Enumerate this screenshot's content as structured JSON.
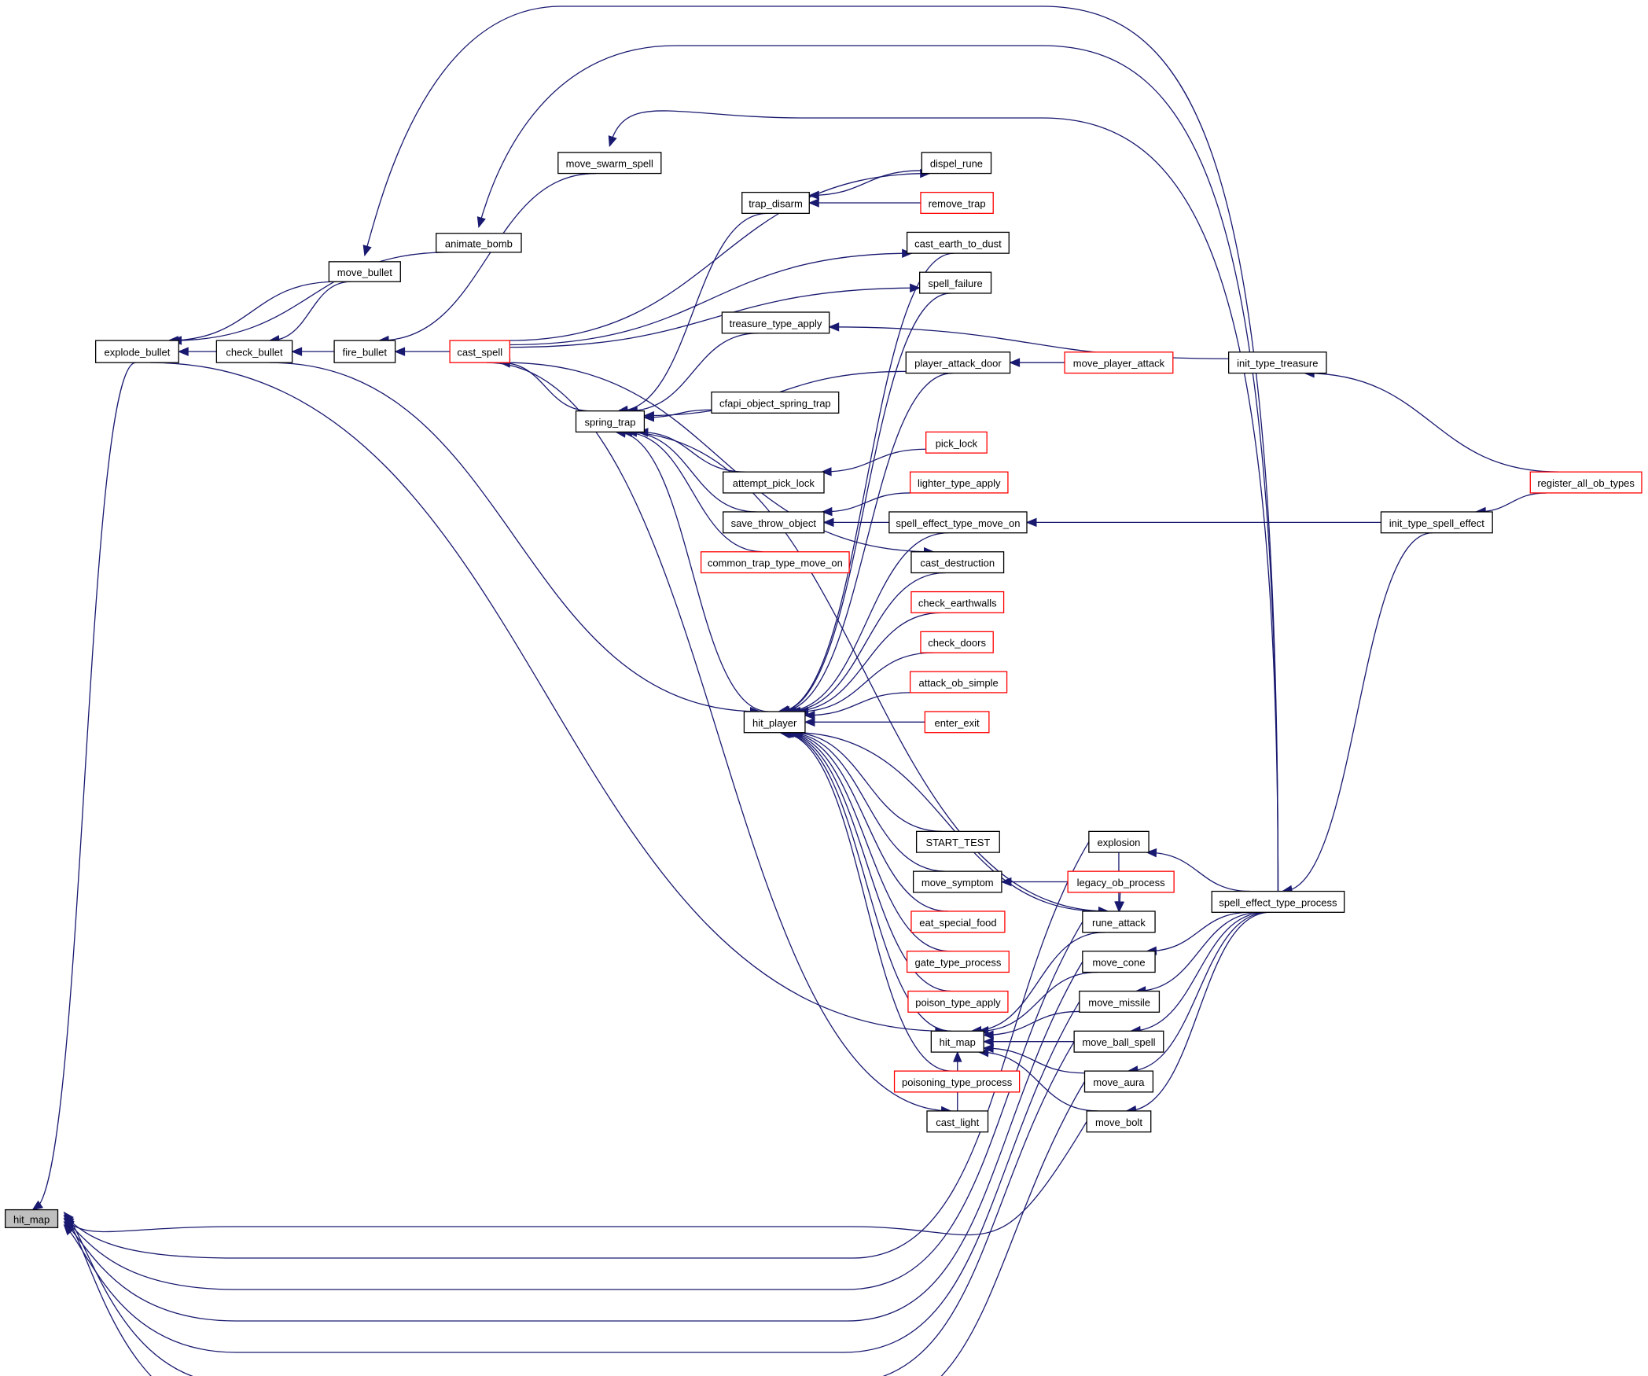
{
  "graph": {
    "type": "caller-graph",
    "root": "hit_map",
    "colors": {
      "edge": "#191970",
      "default_border": "#000000",
      "undocumented_border": "#ff0000",
      "root_fill": "#bfbfbf"
    },
    "nodes": [
      {
        "id": "root_hit_map",
        "label": "hit_map",
        "style": "root"
      },
      {
        "id": "explode_bullet",
        "label": "explode_bullet",
        "style": "normal"
      },
      {
        "id": "check_bullet",
        "label": "check_bullet",
        "style": "normal"
      },
      {
        "id": "fire_bullet",
        "label": "fire_bullet",
        "style": "normal"
      },
      {
        "id": "cast_spell",
        "label": "cast_spell",
        "style": "linked"
      },
      {
        "id": "move_bullet",
        "label": "move_bullet",
        "style": "normal"
      },
      {
        "id": "animate_bomb",
        "label": "animate_bomb",
        "style": "normal"
      },
      {
        "id": "move_swarm_spell",
        "label": "move_swarm_spell",
        "style": "normal"
      },
      {
        "id": "dispel_rune",
        "label": "dispel_rune",
        "style": "normal"
      },
      {
        "id": "trap_disarm",
        "label": "trap_disarm",
        "style": "normal"
      },
      {
        "id": "remove_trap",
        "label": "remove_trap",
        "style": "linked"
      },
      {
        "id": "cast_earth_to_dust",
        "label": "cast_earth_to_dust",
        "style": "normal"
      },
      {
        "id": "spell_failure",
        "label": "spell_failure",
        "style": "normal"
      },
      {
        "id": "treasure_type_apply",
        "label": "treasure_type_apply",
        "style": "normal"
      },
      {
        "id": "player_attack_door",
        "label": "player_attack_door",
        "style": "normal"
      },
      {
        "id": "move_player_attack",
        "label": "move_player_attack",
        "style": "linked"
      },
      {
        "id": "init_type_treasure",
        "label": "init_type_treasure",
        "style": "normal"
      },
      {
        "id": "cfapi_object_spring_trap",
        "label": "cfapi_object_spring_trap",
        "style": "normal"
      },
      {
        "id": "spring_trap",
        "label": "spring_trap",
        "style": "normal"
      },
      {
        "id": "pick_lock",
        "label": "pick_lock",
        "style": "linked"
      },
      {
        "id": "attempt_pick_lock",
        "label": "attempt_pick_lock",
        "style": "normal"
      },
      {
        "id": "lighter_type_apply",
        "label": "lighter_type_apply",
        "style": "linked"
      },
      {
        "id": "save_throw_object",
        "label": "save_throw_object",
        "style": "normal"
      },
      {
        "id": "spell_effect_type_move_on",
        "label": "spell_effect_type_move_on",
        "style": "normal"
      },
      {
        "id": "init_type_spell_effect",
        "label": "init_type_spell_effect",
        "style": "normal"
      },
      {
        "id": "register_all_ob_types",
        "label": "register_all_ob_types",
        "style": "linked"
      },
      {
        "id": "common_trap_type_move_on",
        "label": "common_trap_type_move_on",
        "style": "linked"
      },
      {
        "id": "cast_destruction",
        "label": "cast_destruction",
        "style": "normal"
      },
      {
        "id": "check_earthwalls",
        "label": "check_earthwalls",
        "style": "linked"
      },
      {
        "id": "check_doors",
        "label": "check_doors",
        "style": "linked"
      },
      {
        "id": "attack_ob_simple",
        "label": "attack_ob_simple",
        "style": "linked"
      },
      {
        "id": "enter_exit",
        "label": "enter_exit",
        "style": "linked"
      },
      {
        "id": "hit_player",
        "label": "hit_player",
        "style": "normal"
      },
      {
        "id": "START_TEST",
        "label": "START_TEST",
        "style": "normal"
      },
      {
        "id": "explosion",
        "label": "explosion",
        "style": "normal"
      },
      {
        "id": "move_symptom",
        "label": "move_symptom",
        "style": "normal"
      },
      {
        "id": "legacy_ob_process",
        "label": "legacy_ob_process",
        "style": "linked"
      },
      {
        "id": "spell_effect_type_process",
        "label": "spell_effect_type_process",
        "style": "normal"
      },
      {
        "id": "eat_special_food",
        "label": "eat_special_food",
        "style": "linked"
      },
      {
        "id": "rune_attack",
        "label": "rune_attack",
        "style": "normal"
      },
      {
        "id": "gate_type_process",
        "label": "gate_type_process",
        "style": "linked"
      },
      {
        "id": "move_cone",
        "label": "move_cone",
        "style": "normal"
      },
      {
        "id": "poison_type_apply",
        "label": "poison_type_apply",
        "style": "linked"
      },
      {
        "id": "move_missile",
        "label": "move_missile",
        "style": "normal"
      },
      {
        "id": "mid_hit_map",
        "label": "hit_map",
        "style": "normal"
      },
      {
        "id": "move_ball_spell",
        "label": "move_ball_spell",
        "style": "normal"
      },
      {
        "id": "poisoning_type_process",
        "label": "poisoning_type_process",
        "style": "linked"
      },
      {
        "id": "move_aura",
        "label": "move_aura",
        "style": "normal"
      },
      {
        "id": "cast_light",
        "label": "cast_light",
        "style": "normal"
      },
      {
        "id": "move_bolt",
        "label": "move_bolt",
        "style": "normal"
      }
    ],
    "edges": [
      [
        "explode_bullet",
        "root_hit_map"
      ],
      [
        "explode_bullet",
        "mid_hit_map"
      ],
      [
        "check_bullet",
        "explode_bullet"
      ],
      [
        "move_bullet",
        "explode_bullet"
      ],
      [
        "animate_bomb",
        "explode_bullet"
      ],
      [
        "fire_bullet",
        "check_bullet"
      ],
      [
        "move_bullet",
        "check_bullet"
      ],
      [
        "check_bullet",
        "hit_player"
      ],
      [
        "cast_spell",
        "fire_bullet"
      ],
      [
        "move_swarm_spell",
        "fire_bullet"
      ],
      [
        "spell_effect_type_process",
        "move_bullet"
      ],
      [
        "spell_effect_type_process",
        "animate_bomb"
      ],
      [
        "spell_effect_type_process",
        "move_swarm_spell"
      ],
      [
        "spring_trap",
        "cast_spell"
      ],
      [
        "cast_spell",
        "dispel_rune"
      ],
      [
        "cast_spell",
        "cast_earth_to_dust"
      ],
      [
        "cast_spell",
        "spell_failure"
      ],
      [
        "cast_spell",
        "cast_destruction"
      ],
      [
        "cast_spell",
        "cast_light"
      ],
      [
        "dispel_rune",
        "trap_disarm"
      ],
      [
        "remove_trap",
        "trap_disarm"
      ],
      [
        "trap_disarm",
        "spring_trap"
      ],
      [
        "treasure_type_apply",
        "spring_trap"
      ],
      [
        "player_attack_door",
        "spring_trap"
      ],
      [
        "cfapi_object_spring_trap",
        "spring_trap"
      ],
      [
        "attempt_pick_lock",
        "spring_trap"
      ],
      [
        "save_throw_object",
        "spring_trap"
      ],
      [
        "common_trap_type_move_on",
        "spring_trap"
      ],
      [
        "hit_player",
        "spring_trap"
      ],
      [
        "spring_trap",
        "rune_attack"
      ],
      [
        "init_type_treasure",
        "treasure_type_apply"
      ],
      [
        "register_all_ob_types",
        "init_type_treasure"
      ],
      [
        "move_player_attack",
        "player_attack_door"
      ],
      [
        "pick_lock",
        "attempt_pick_lock"
      ],
      [
        "lighter_type_apply",
        "save_throw_object"
      ],
      [
        "spell_effect_type_move_on",
        "save_throw_object"
      ],
      [
        "init_type_spell_effect",
        "spell_effect_type_move_on"
      ],
      [
        "register_all_ob_types",
        "init_type_spell_effect"
      ],
      [
        "init_type_spell_effect",
        "spell_effect_type_process"
      ],
      [
        "cast_earth_to_dust",
        "hit_player"
      ],
      [
        "spell_failure",
        "hit_player"
      ],
      [
        "player_attack_door",
        "hit_player"
      ],
      [
        "spell_effect_type_move_on",
        "hit_player"
      ],
      [
        "cast_destruction",
        "hit_player"
      ],
      [
        "check_earthwalls",
        "hit_player"
      ],
      [
        "check_doors",
        "hit_player"
      ],
      [
        "attack_ob_simple",
        "hit_player"
      ],
      [
        "enter_exit",
        "hit_player"
      ],
      [
        "START_TEST",
        "hit_player"
      ],
      [
        "move_symptom",
        "hit_player"
      ],
      [
        "eat_special_food",
        "hit_player"
      ],
      [
        "gate_type_process",
        "hit_player"
      ],
      [
        "poison_type_apply",
        "hit_player"
      ],
      [
        "poisoning_type_process",
        "hit_player"
      ],
      [
        "mid_hit_map",
        "hit_player"
      ],
      [
        "rune_attack",
        "hit_player"
      ],
      [
        "legacy_ob_process",
        "move_symptom"
      ],
      [
        "spell_effect_type_process",
        "explosion"
      ],
      [
        "spell_effect_type_process",
        "move_cone"
      ],
      [
        "spell_effect_type_process",
        "move_missile"
      ],
      [
        "spell_effect_type_process",
        "move_ball_spell"
      ],
      [
        "spell_effect_type_process",
        "move_aura"
      ],
      [
        "spell_effect_type_process",
        "move_bolt"
      ],
      [
        "explosion",
        "rune_attack"
      ],
      [
        "legacy_ob_process",
        "rune_attack"
      ],
      [
        "rune_attack",
        "mid_hit_map"
      ],
      [
        "move_cone",
        "mid_hit_map"
      ],
      [
        "move_missile",
        "mid_hit_map"
      ],
      [
        "move_ball_spell",
        "mid_hit_map"
      ],
      [
        "move_aura",
        "mid_hit_map"
      ],
      [
        "move_bolt",
        "mid_hit_map"
      ],
      [
        "explosion",
        "root_hit_map"
      ],
      [
        "rune_attack",
        "root_hit_map"
      ],
      [
        "move_cone",
        "root_hit_map"
      ],
      [
        "move_missile",
        "root_hit_map"
      ],
      [
        "move_ball_spell",
        "root_hit_map"
      ],
      [
        "move_aura",
        "root_hit_map"
      ],
      [
        "move_bolt",
        "root_hit_map"
      ],
      [
        "cast_light",
        "mid_hit_map"
      ]
    ]
  }
}
